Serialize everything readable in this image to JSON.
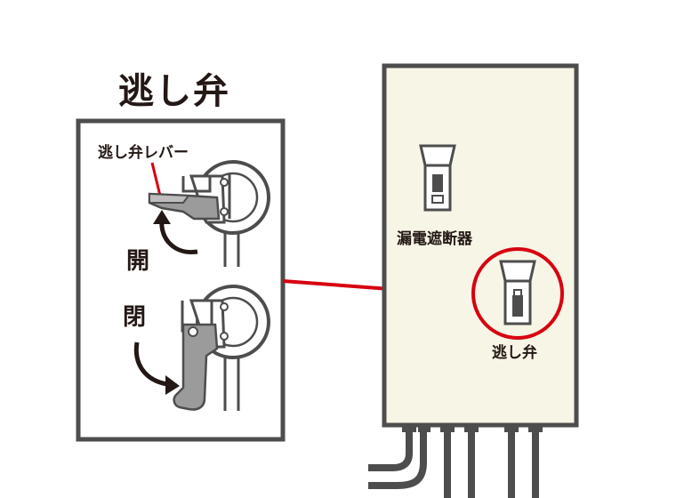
{
  "detail": {
    "title": "逃し弁",
    "lever_label": "逃し弁レバー",
    "open_label": "開",
    "close_label": "閉"
  },
  "panel": {
    "breaker_label": "漏電遮断器",
    "valve_label": "逃し弁"
  },
  "colors": {
    "outline": "#4d4d4d",
    "panel_fill": "#f7f5e6",
    "highlight_red": "#d7000f",
    "lever_gray": "#9b9b9b",
    "text": "#231815"
  },
  "icons": {
    "callout": "circle-highlight-icon",
    "arrows": "curved-arrow-icon"
  }
}
